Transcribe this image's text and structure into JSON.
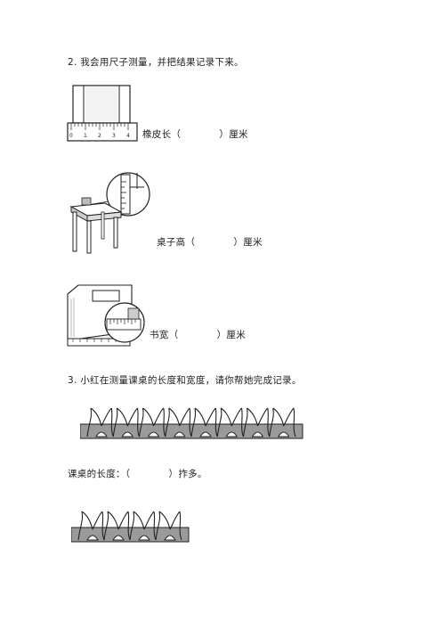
{
  "question2": {
    "title": "2. 我会用尺子测量，并把结果记录下来。",
    "items": [
      {
        "label": "橡皮长（　　　　）厘米"
      },
      {
        "label": "桌子高（　　　　）厘米"
      },
      {
        "label": "书宽（　　　　）厘米"
      }
    ],
    "ruler_ticks": [
      "0",
      "1",
      "2",
      "3",
      "4"
    ]
  },
  "question3": {
    "title": "3. 小红在测量课桌的长度和宽度，请你帮她完成记录。",
    "length_label": "课桌的长度：（　　　　）拃多。",
    "length_spans": 8,
    "width_spans": 4
  }
}
